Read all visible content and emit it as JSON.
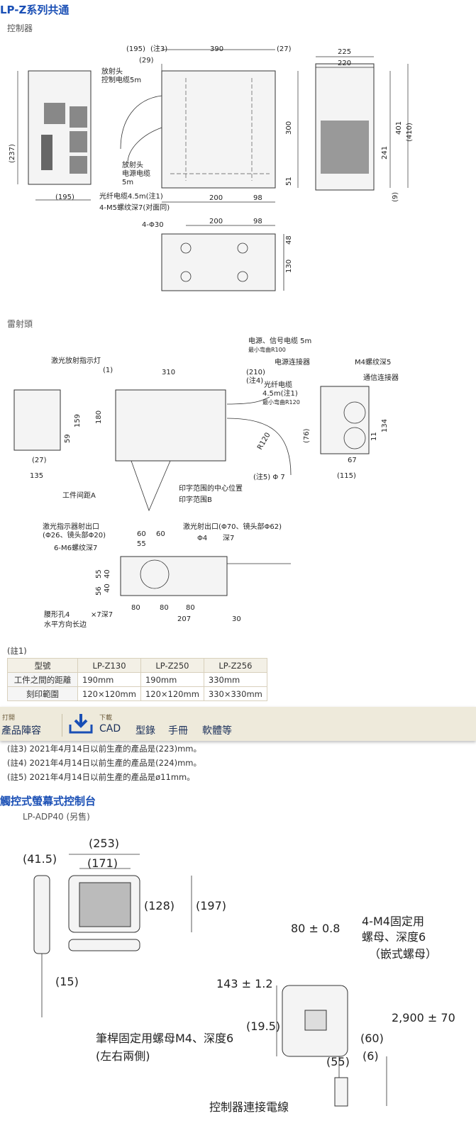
{
  "section1": {
    "title": "LP-Z系列共通",
    "controller_label": "控制器"
  },
  "controller": {
    "dims": [
      "(195)",
      "(注3)",
      "390",
      "(27)",
      "(29)",
      "放射头",
      "控制电缆5m",
      "放射头",
      "电源电缆",
      "5m",
      "光纤电缆4.5m(注1)",
      "4-M5螺纹深7(对面同)",
      "300",
      "51",
      "200",
      "98",
      "(237)",
      "(195)",
      "225",
      "220",
      "401",
      "(410)",
      "241",
      "(9)",
      "4-Φ30",
      "200",
      "98",
      "48",
      "130"
    ]
  },
  "laser_label": "雷射頭",
  "laser": {
    "dims": [
      "激光放射指示灯",
      "(1)",
      "310",
      "电源、信号电缆 5m",
      "最小弯曲R100",
      "(210)",
      "(注4)",
      "光纤电缆",
      "4.5m(注1)",
      "最小弯曲R120",
      "电源连接器",
      "M4螺纹深5",
      "通信连接器",
      "180",
      "159",
      "59",
      "(27)",
      "135",
      "R120",
      "(注5) Φ 7",
      "(76)",
      "134",
      "11",
      "67",
      "(115)",
      "工件间距A",
      "印字范围的中心位置",
      "印字范围B",
      "激光指示器射出口",
      "(Φ26、镜头部Φ20)",
      "激光射出口(Φ70、镜头部Φ62)",
      "60",
      "60",
      "55",
      "Φ4",
      "深7",
      "6-M6螺纹深7",
      "55",
      "40",
      "40",
      "56",
      "80",
      "80",
      "80",
      "207",
      "30",
      "腰形孔4",
      "×7深7",
      "水平方向长边"
    ]
  },
  "note1": "(註1)",
  "table": {
    "header": [
      "型號",
      "LP-Z130",
      "LP-Z250",
      "LP-Z256"
    ],
    "rows": [
      [
        "工件之間的距離",
        "190mm",
        "190mm",
        "330mm"
      ],
      [
        "刻印範圍",
        "120×120mm",
        "120×120mm",
        "330×330mm"
      ]
    ]
  },
  "bar": {
    "open_label": "打開",
    "lineup": "產品陣容",
    "download_label": "下載",
    "links": [
      "CAD",
      "型錄",
      "手冊",
      "軟體等"
    ]
  },
  "notes": [
    "(註3)  2021年4月14日以前生產的產品是(223)mm。",
    "(註4)  2021年4月14日以前生產的產品是(224)mm。",
    "(註5)  2021年4月14日以前生產的產品是ø11mm。"
  ],
  "section2": {
    "title": "觸控式螢幕式控制台",
    "model": "LP-ADP40 (另售)"
  },
  "console": {
    "dims": [
      "(41.5)",
      "(253)",
      "(171)",
      "(128)",
      "(197)",
      "(15)",
      "80 ± 0.8",
      "4-M4固定用",
      "螺母、深度6",
      "（嵌式螺母）",
      "143 ± 1.2",
      "(19.5)",
      "2,900 ± 70",
      "(60)",
      "(55)",
      "(6)",
      "筆桿固定用螺母M4、深度6",
      "(左右兩側)",
      "控制器連接電線"
    ]
  }
}
